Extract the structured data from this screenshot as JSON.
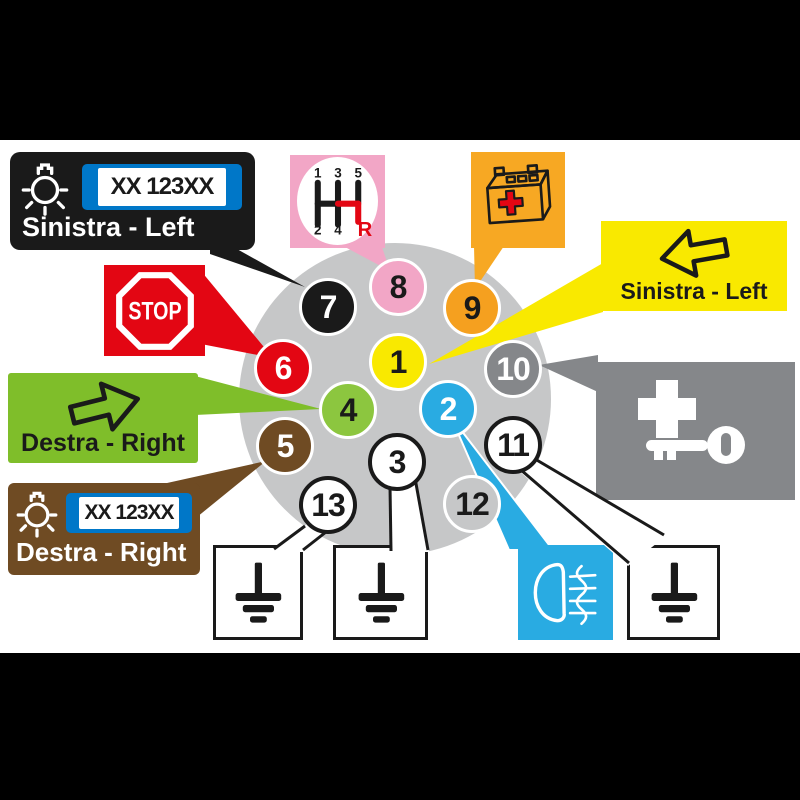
{
  "scene": {
    "background": "#000000",
    "panel_background": "#FFFFFF",
    "connector_color": "#C6C7C8",
    "outline_color": "#1A1A1A"
  },
  "pins": [
    {
      "label": "1",
      "color": "#F9E900",
      "text_color": "#1A1A1A",
      "border_color": "#FFFFFF"
    },
    {
      "label": "2",
      "color": "#29ABE2",
      "text_color": "#FFFFFF",
      "border_color": "#FFFFFF"
    },
    {
      "label": "3",
      "color": "#FFFFFF",
      "text_color": "#1A1A1A",
      "border_color": "#1A1A1A"
    },
    {
      "label": "4",
      "color": "#8CC63F",
      "text_color": "#1A1A1A",
      "border_color": "#FFFFFF"
    },
    {
      "label": "5",
      "color": "#6F4B23",
      "text_color": "#FFFFFF",
      "border_color": "#FFFFFF"
    },
    {
      "label": "6",
      "color": "#E30613",
      "text_color": "#FFFFFF",
      "border_color": "#FFFFFF"
    },
    {
      "label": "7",
      "color": "#1A1A1A",
      "text_color": "#FFFFFF",
      "border_color": "#FFFFFF"
    },
    {
      "label": "8",
      "color": "#F2A6C6",
      "text_color": "#1A1A1A",
      "border_color": "#FFFFFF"
    },
    {
      "label": "9",
      "color": "#F5A01F",
      "text_color": "#1A1A1A",
      "border_color": "#FFFFFF"
    },
    {
      "label": "10",
      "color": "#85878A",
      "text_color": "#FFFFFF",
      "border_color": "#FFFFFF"
    },
    {
      "label": "11",
      "color": "#FFFFFF",
      "text_color": "#1A1A1A",
      "border_color": "#1A1A1A"
    },
    {
      "label": "12",
      "color": "#C6C7C8",
      "text_color": "#1A1A1A",
      "border_color": "#FFFFFF"
    },
    {
      "label": "13",
      "color": "#FFFFFF",
      "text_color": "#1A1A1A",
      "border_color": "#1A1A1A"
    }
  ],
  "callouts": {
    "left_position_lamp": {
      "bg": "#1A1A1A",
      "text": "Sinistra - Left",
      "text_color": "#FFFFFF",
      "plate_text": "XX 123XX",
      "plate_blue": "#0077C8",
      "icon": "position-lamp-bulb-icon"
    },
    "reverse_gear": {
      "bg": "#F2A6C6",
      "top_row": [
        "1",
        "3",
        "5"
      ],
      "bottom_row": [
        "2",
        "4"
      ],
      "reverse": "R",
      "reverse_color": "#E30613",
      "gear_color": "#1A1A1A",
      "icon": "gear-shift-icon"
    },
    "battery": {
      "bg": "#F7A823",
      "plus_color": "#E30613",
      "line_color": "#1A1A1A",
      "icon": "battery-icon"
    },
    "left_indicator": {
      "bg": "#F9E900",
      "text": "Sinistra - Left",
      "text_color": "#1A1A1A",
      "icon": "arrow-left-icon"
    },
    "stop_lamp": {
      "bg": "#E30613",
      "text": "STOP",
      "text_color": "#FFFFFF",
      "icon": "stop-sign-icon"
    },
    "ignition_power": {
      "bg": "#85878A",
      "icon_color": "#FFFFFF",
      "icon": "ignition-key-icon"
    },
    "right_indicator": {
      "bg": "#7FBE2A",
      "text": "Destra - Right",
      "text_color": "#1A1A1A",
      "icon": "arrow-right-icon"
    },
    "right_position_lamp": {
      "bg": "#6F4B23",
      "text": "Destra - Right",
      "text_color": "#FFFFFF",
      "plate_text": "XX 123XX",
      "plate_blue": "#0077C8",
      "icon": "position-lamp-bulb-icon"
    },
    "fog_lamp": {
      "bg": "#29ABE2",
      "icon_color": "#FFFFFF",
      "icon": "rear-fog-lamp-icon"
    },
    "grounds": {
      "icon": "earth-ground-icon",
      "icon_color": "#1A1A1A",
      "count": 3
    }
  }
}
